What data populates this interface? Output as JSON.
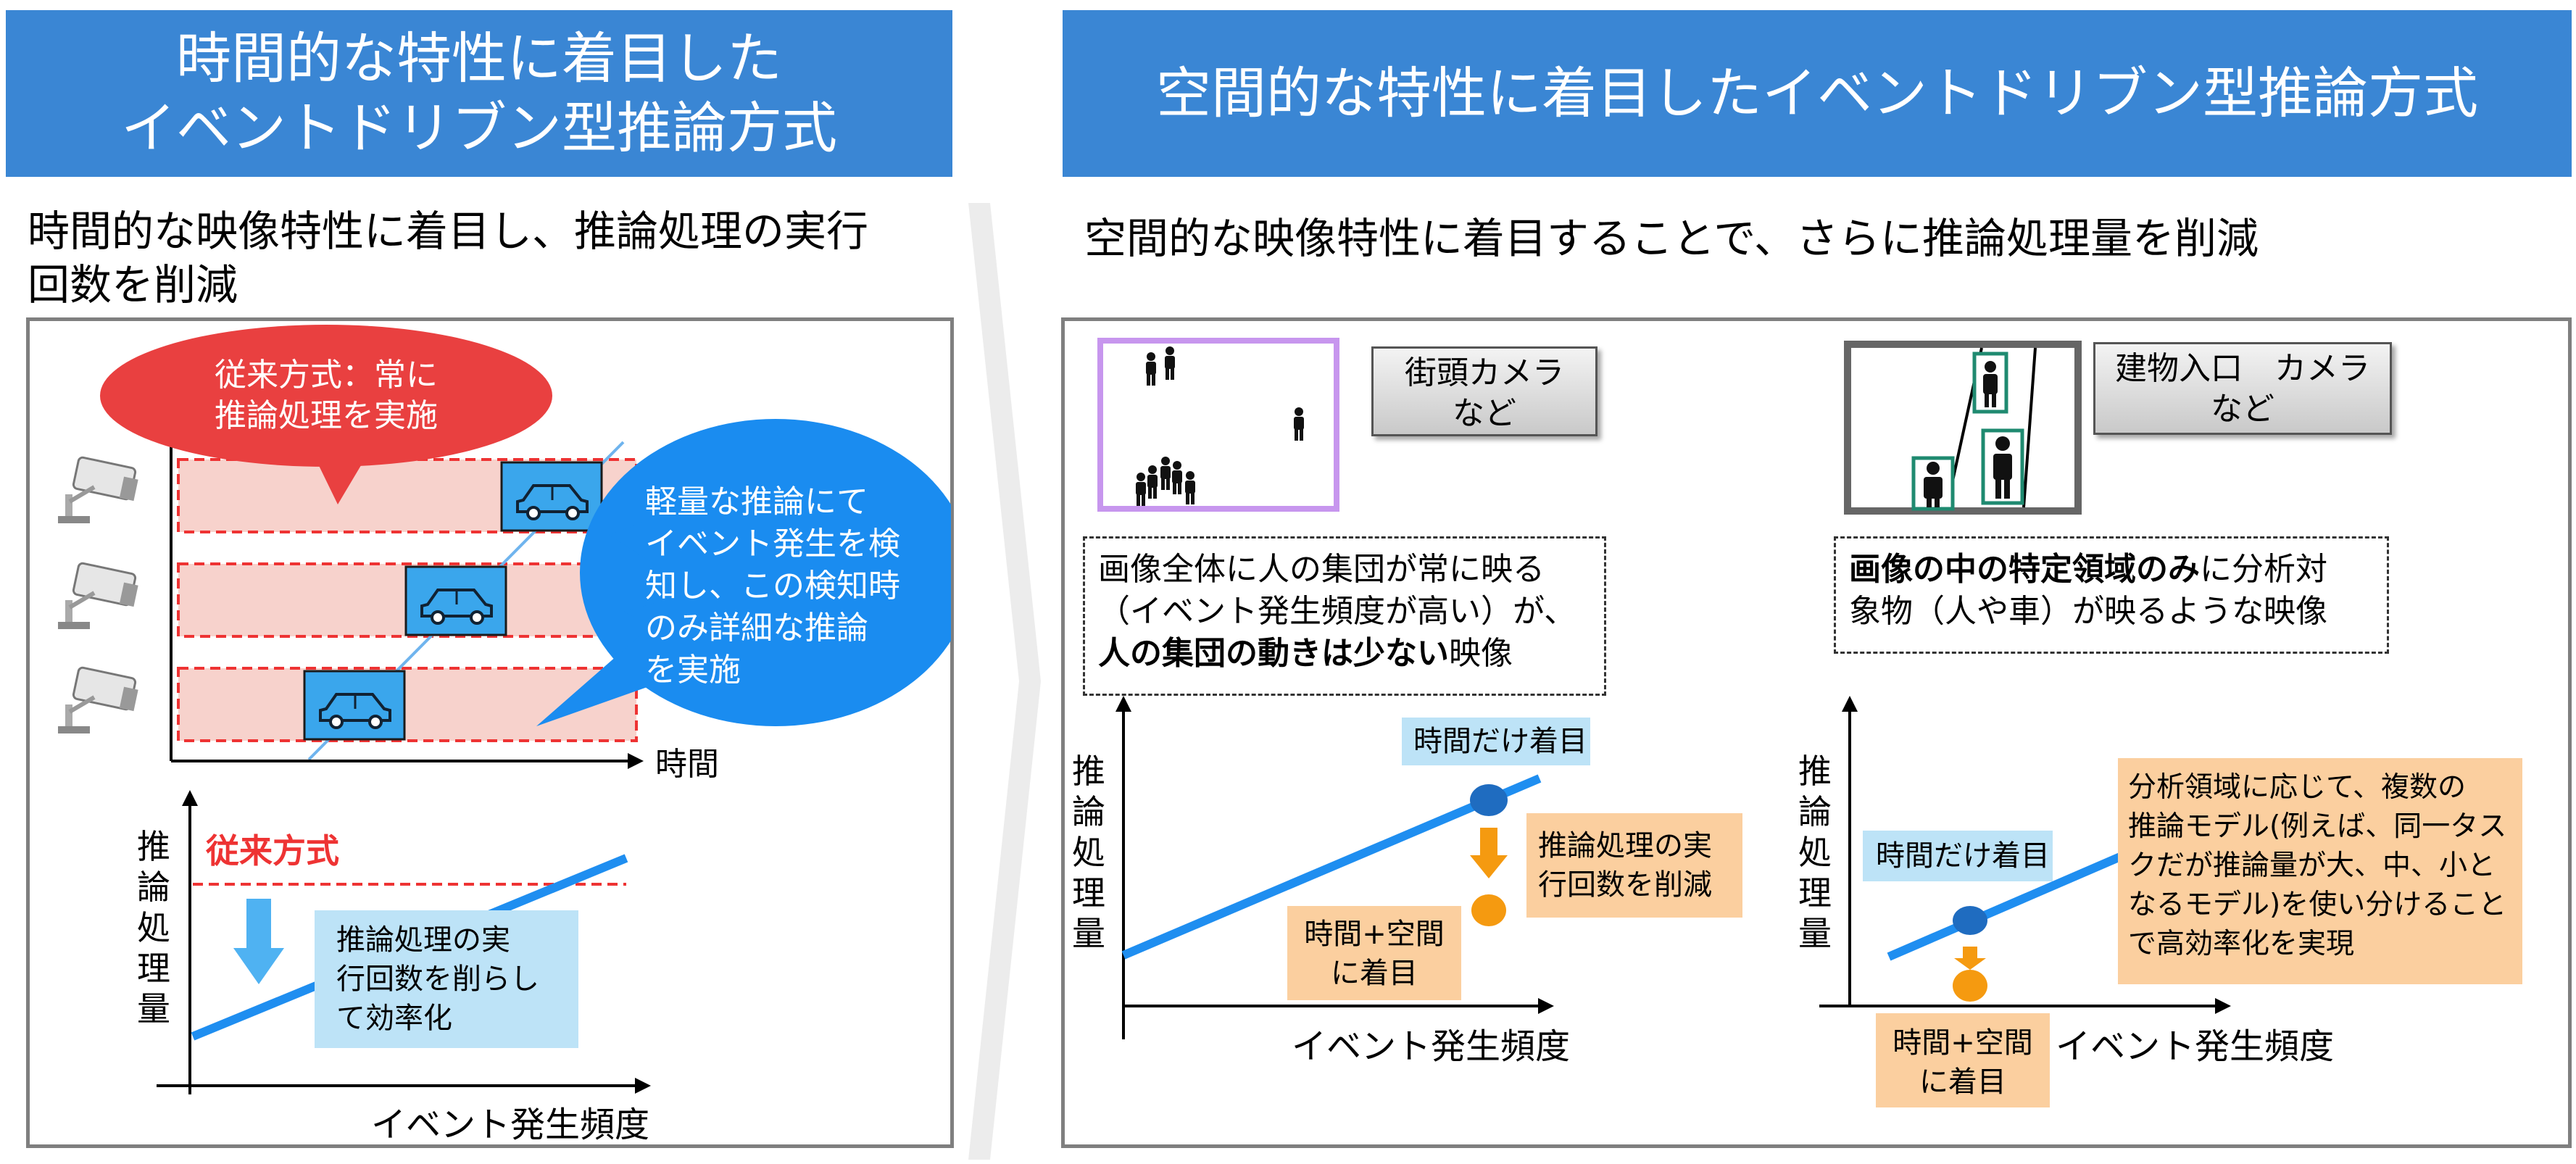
{
  "left": {
    "header_lines": [
      "時間的な特性に着目した",
      "イベントドリブン型推論方式"
    ],
    "subtitle_lines": [
      "時間的な映像特性に着目し、推論処理の実行",
      "回数を削減"
    ],
    "red_bubble_lines": [
      "従来方式：常に",
      "推論処理を実施"
    ],
    "blue_bubble_lines": [
      "軽量な推論にて",
      "イベント発生を検",
      "知し、この検知時",
      "のみ詳細な推論",
      "を実施"
    ],
    "time_label": "時間",
    "chart_conventional_label": "従来方式",
    "chart_note_lines": [
      "推論処理の実",
      "行回数を削らし",
      "て効率化"
    ],
    "y_label": "推論処理量",
    "x_label": "イベント発生頻度"
  },
  "right": {
    "header": "空間的な特性に着目したイベントドリブン型推論方式",
    "subtitle": "空間的な映像特性に着目することで、さらに推論処理量を削減",
    "street": {
      "tag_lines": [
        "街頭カメラ",
        "など"
      ],
      "desc_lines": [
        "画像全体に人の集団が常に映る",
        "（イベント発生頻度が高い）が、"
      ],
      "desc_bold": "人の集団の動きは少ない",
      "desc_tail": "映像",
      "time_only_label": "時間だけ着目",
      "reduce_note_lines": [
        "推論処理の実",
        "行回数を削減"
      ],
      "time_space_lines": [
        "時間+空間",
        "に着目"
      ],
      "y_label": "推論処理量",
      "x_label": "イベント発生頻度"
    },
    "building": {
      "tag_lines": [
        "建物入口　カメラ",
        "など"
      ],
      "desc_bold": "画像の中の特定領域のみ",
      "desc_line1_tail": "に分析対",
      "desc_line2": "象物（人や車）が映るような映像",
      "time_only_label": "時間だけ着目",
      "note_lines": [
        "分析領域に応じて、複数の",
        "推論モデル(例えば、同一タス",
        "クだが推論量が大、中、小と",
        "なるモデル)を使い分けること",
        "で高効率化を実現"
      ],
      "time_space_lines": [
        "時間+空間",
        "に着目"
      ],
      "y_label": "推論処理量",
      "x_label": "イベント発生頻度"
    }
  },
  "colors": {
    "header_blue": "#3a86d4",
    "bubble_red": "#e94040",
    "bubble_blue": "#1a8cf0",
    "line_blue": "#1f8ef0",
    "orange": "#f59a10",
    "dark_blue_dot": "#1f6cc0"
  }
}
